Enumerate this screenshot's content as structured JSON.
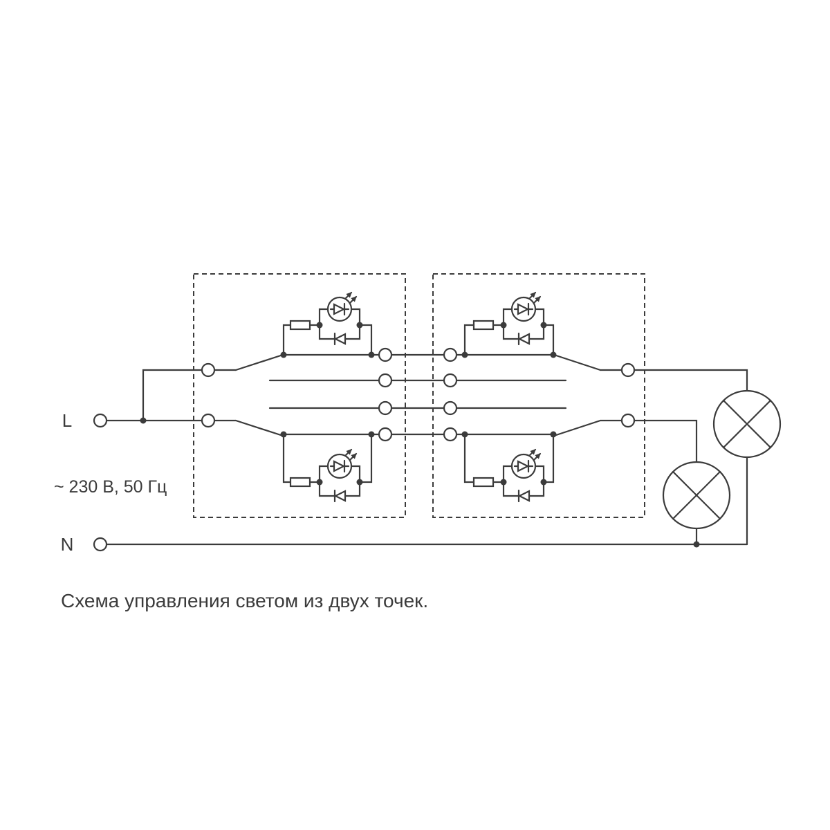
{
  "page": {
    "background": "#ffffff"
  },
  "diagram": {
    "labels": {
      "line_terminal": "L",
      "neutral_terminal": "N",
      "voltage_rating": "~ 230 В, 50 Гц",
      "caption": "Схема управления светом из двух точек."
    },
    "colors": {
      "stroke": "#3b3b3b",
      "background": "#ffffff"
    },
    "components": {
      "switch_units": [
        "switch-unit-1",
        "switch-unit-2"
      ],
      "lamps": [
        "lamp-1",
        "lamp-2"
      ],
      "icons": [
        "lamp-icon",
        "led-indicator-icon",
        "diode-icon",
        "resistor-icon",
        "terminal-icon",
        "switch-lever",
        "junction-dot"
      ]
    }
  }
}
